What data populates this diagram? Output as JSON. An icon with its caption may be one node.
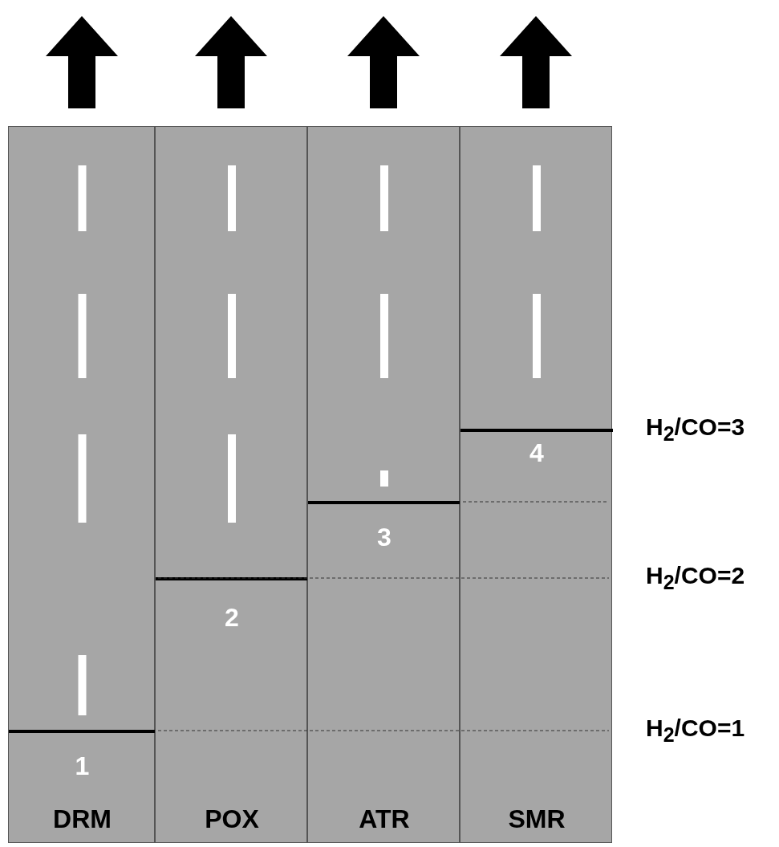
{
  "diagram": {
    "nodes": [
      {
        "text": [
          "1",
          "DRM"
        ]
      },
      {
        "text": [
          "2",
          "POX"
        ]
      },
      {
        "text": [
          "3",
          "ATR"
        ]
      },
      {
        "text": [
          "4",
          "SMR"
        ]
      }
    ],
    "labels": [
      "H$_{2}$/CO=3",
      "H$_{2}$/CO=2",
      "H$_{2}$/CO=1"
    ]
  }
}
